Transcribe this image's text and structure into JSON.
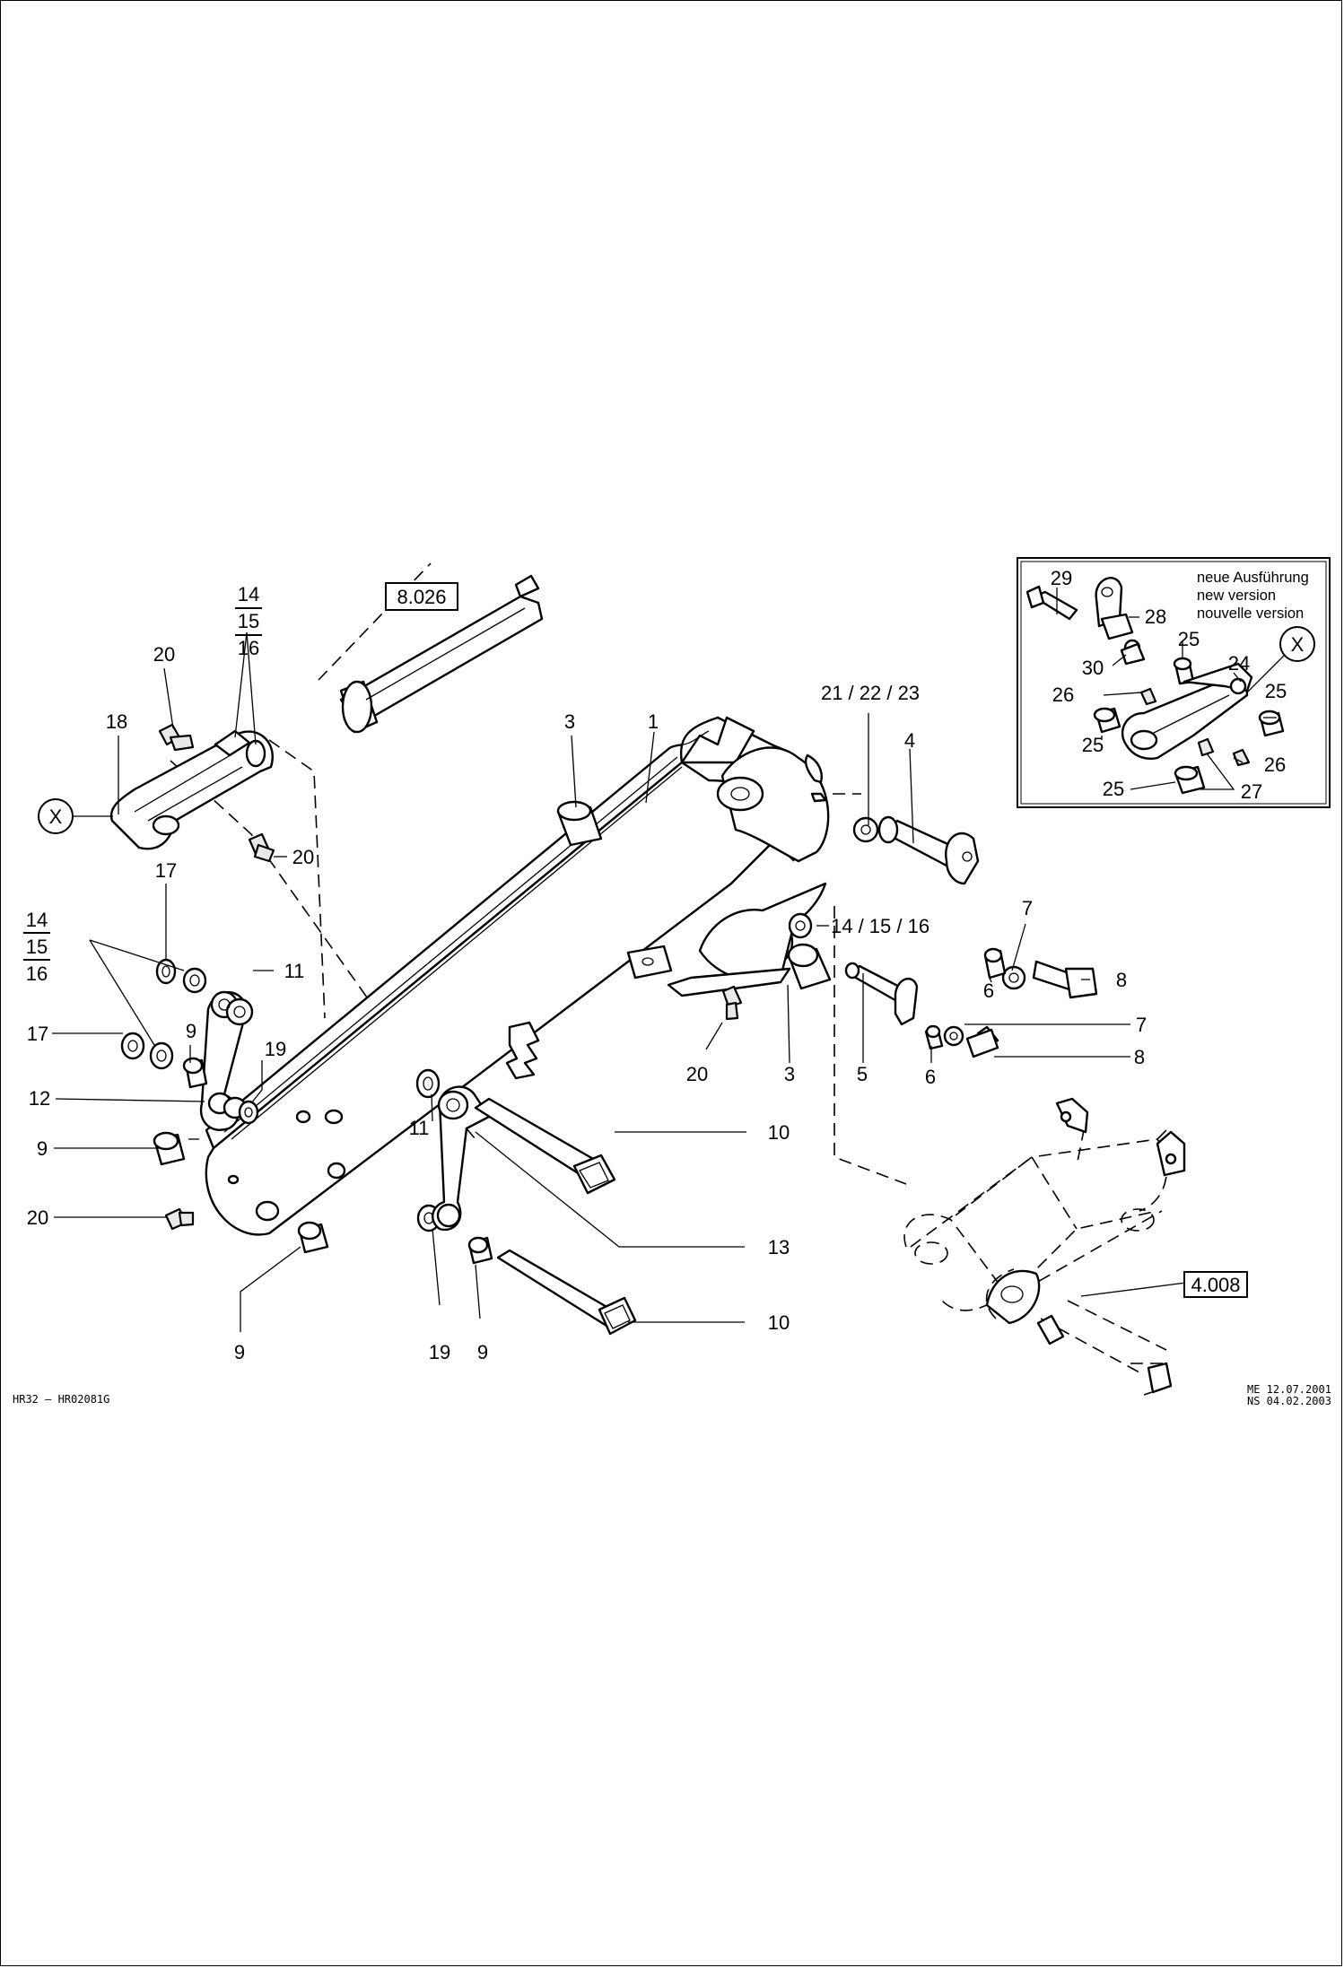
{
  "inset_note": [
    "neue Ausführung",
    "new version",
    "nouvelle version"
  ],
  "ref_boxes": {
    "cylinder": "8.026",
    "bucket": "4.008"
  },
  "footer": {
    "left": "HR32 – HR02081G",
    "right_line1": "ME 12.07.2001",
    "right_line2": "NS 04.02.2003"
  },
  "callouts": {
    "n14a": "14",
    "n15a": "15",
    "n16a": "16",
    "n20a": "20",
    "n18": "18",
    "nXa": "X",
    "n20b": "20",
    "n17a": "17",
    "n14b": "14",
    "n15b": "15",
    "n16b": "16",
    "n11a": "11",
    "n9a": "9",
    "n17b": "17",
    "n19a": "19",
    "n12": "12",
    "n9b": "9",
    "n20c": "20",
    "n9c": "9",
    "n3a": "3",
    "n1": "1",
    "n212223": "21 / 22 / 23",
    "n4": "4",
    "n141516": "14 / 15 / 16",
    "n7a": "7",
    "n8a": "8",
    "n6a": "6",
    "n20d": "20",
    "n3b": "3",
    "n5": "5",
    "n6b": "6",
    "n7b": "7",
    "n8b": "8",
    "n11b": "11",
    "n10a": "10",
    "n13": "13",
    "n10b": "10",
    "n19b": "19",
    "n9d": "9",
    "n29": "29",
    "n28": "28",
    "n30": "30",
    "n25a": "25",
    "n24": "24",
    "nXb": "X",
    "n26a": "26",
    "n25b": "25",
    "n25c": "25",
    "n26b": "26",
    "n25d": "25",
    "n27": "27"
  }
}
